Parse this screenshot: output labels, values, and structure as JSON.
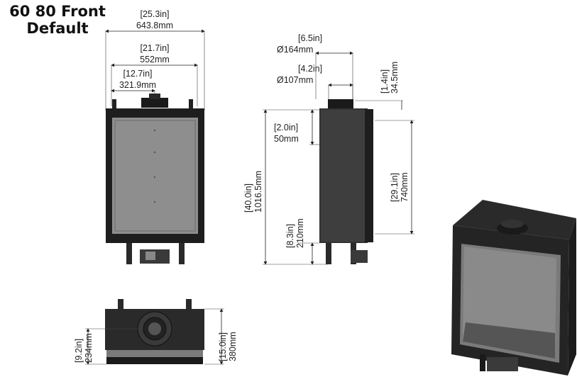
{
  "title": {
    "line1": "60 80 Front",
    "line2": "Default"
  },
  "front_view": {
    "overall_width": {
      "in": "[25.3in]",
      "mm": "643.8mm"
    },
    "inner_width": {
      "in": "[21.7in]",
      "mm": "552mm"
    },
    "flue_offset": {
      "in": "[12.7in]",
      "mm": "321.9mm"
    },
    "overall_height": {
      "in": "[40.0in]",
      "mm": "1016.5mm"
    }
  },
  "side_view": {
    "flue_outer": {
      "in": "[6.5in]",
      "mm": "Ø164mm"
    },
    "flue_inner": {
      "in": "[4.2in]",
      "mm": "Ø107mm"
    },
    "collar_height": {
      "in": "[1.4in]",
      "mm": "34.5mm"
    },
    "top_offset": {
      "in": "[2.0in]",
      "mm": "50mm"
    },
    "glass_height": {
      "in": "[29.1in]",
      "mm": "740mm"
    },
    "leg_height": {
      "in": "[8.3in]",
      "mm": "210mm"
    }
  },
  "top_view": {
    "flue_center": {
      "in": "[9.2in]",
      "mm": "234mm"
    },
    "depth": {
      "in": "[15.0in]",
      "mm": "380mm"
    }
  },
  "colors": {
    "body": "#1e1e1e",
    "glass": "#8e8e8e",
    "line": "#222222"
  }
}
